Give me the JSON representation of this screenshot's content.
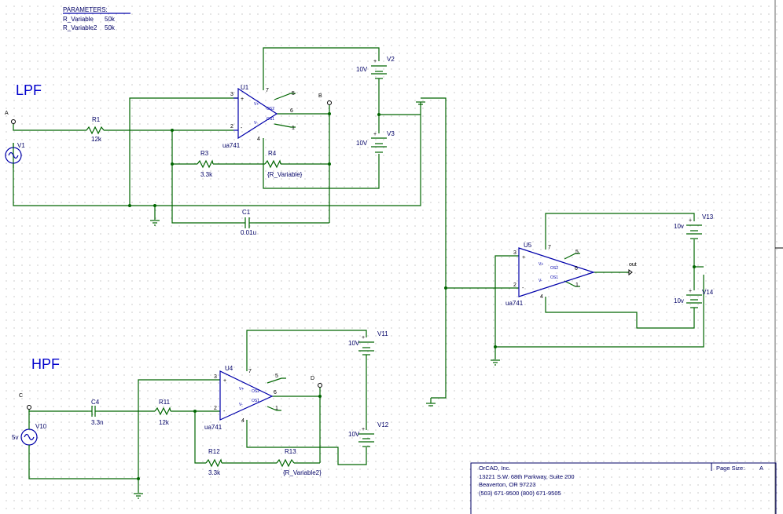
{
  "parameters": {
    "title": "PARAMETERS:",
    "items": [
      {
        "name": "R_Variable",
        "value": "50k"
      },
      {
        "name": "R_Variable2",
        "value": "50k"
      }
    ]
  },
  "sections": {
    "lpf": "LPF",
    "hpf": "HPF"
  },
  "nets": {
    "a": "A",
    "b": "B",
    "c": "C",
    "d": "D",
    "out": "out"
  },
  "parts": {
    "v1": {
      "ref": "V1"
    },
    "v10": {
      "ref": "V10",
      "value": "5v"
    },
    "r1": {
      "ref": "R1",
      "value": "12k"
    },
    "r3": {
      "ref": "R3",
      "value": "3.3k"
    },
    "r4": {
      "ref": "R4",
      "value": "{R_Variable}"
    },
    "c1": {
      "ref": "C1",
      "value": "0.01u"
    },
    "c4": {
      "ref": "C4",
      "value": "3.3n"
    },
    "r11": {
      "ref": "R11",
      "value": "12k"
    },
    "r12": {
      "ref": "R12",
      "value": "3.3k"
    },
    "r13": {
      "ref": "R13",
      "value": "{R_Variable2}"
    },
    "u1": {
      "ref": "U1",
      "model": "ua741"
    },
    "u4": {
      "ref": "U4",
      "model": "ua741"
    },
    "u5": {
      "ref": "U5",
      "model": "ua741"
    },
    "v2": {
      "ref": "V2",
      "value": "10V"
    },
    "v3": {
      "ref": "V3",
      "value": "10V"
    },
    "v11": {
      "ref": "V11",
      "value": "10V"
    },
    "v12": {
      "ref": "V12",
      "value": "10V"
    },
    "v13": {
      "ref": "V13",
      "value": "10v"
    },
    "v14": {
      "ref": "V14",
      "value": "10v"
    }
  },
  "pins": {
    "n1": "1",
    "n2": "2",
    "n3": "3",
    "n4": "4",
    "n5": "5",
    "n6": "6",
    "n7": "7",
    "vplus": "V+",
    "vminus": "V-",
    "os1": "OS1",
    "os2": "OS2",
    "plus": "+",
    "minus": "-"
  },
  "title_block": {
    "company": "OrCAD, Inc.",
    "address1": "13221 S.W. 68th Parkway, Suite 200",
    "address2": "Beaverton, OR 97223",
    "phone": "(503) 671-9500   (800) 671-9505",
    "page_size_label": "Page Size:",
    "page_size_value": "A"
  }
}
